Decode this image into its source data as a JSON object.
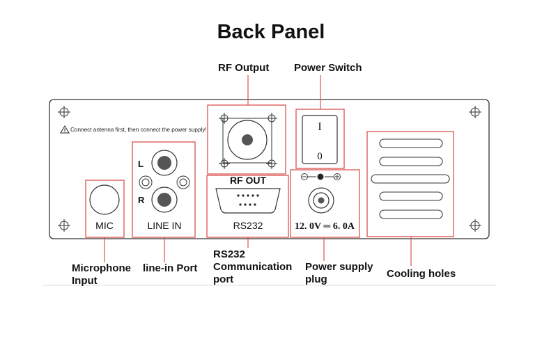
{
  "title": "Back Panel",
  "warning": "Connect antenna first, then connect the power supply!",
  "panel_labels": {
    "mic": "MIC",
    "line_in": "LINE IN",
    "left": "L",
    "right": "R",
    "rf_out": "RF OUT",
    "rs232": "RS232",
    "power_on": "I",
    "power_off": "0",
    "power_rating": "12. 0V ═ 6. 0A"
  },
  "callouts": {
    "rf_output": "RF Output",
    "power_switch": "Power Switch",
    "microphone_1": "Microphone",
    "microphone_2": "Input",
    "line_in_port": "line-in Port",
    "rs232_1": "RS232",
    "rs232_2": "Communication",
    "rs232_3": "port",
    "power_plug_1": "Power supply",
    "power_plug_2": "plug",
    "cooling_holes": "Cooling holes"
  },
  "colors": {
    "highlight": "#d9534f",
    "line": "#333333",
    "knob": "#555555"
  }
}
